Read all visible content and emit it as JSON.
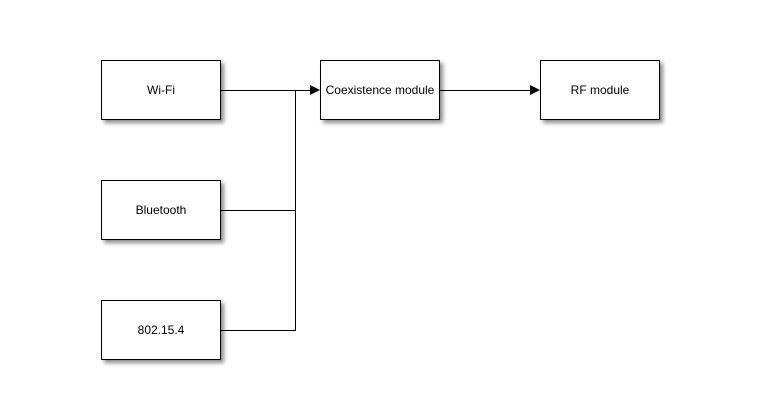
{
  "diagram": {
    "background_color": "#ffffff",
    "node_fill_color": "#ffffff",
    "node_border_color": "#000000",
    "line_color": "#000000",
    "text_color": "#000000",
    "nodes": [
      {
        "id": "wifi",
        "label": "Wi-Fi"
      },
      {
        "id": "bluetooth",
        "label": "Bluetooth"
      },
      {
        "id": "ieee802154",
        "label": "802.15.4"
      },
      {
        "id": "coexistence",
        "label": "Coexistence module"
      },
      {
        "id": "rf",
        "label": "RF module"
      }
    ],
    "edges": [
      {
        "from": "wifi",
        "to": "coexistence",
        "arrowhead": true
      },
      {
        "from": "bluetooth",
        "to": "coexistence",
        "arrowhead": true,
        "via": "shared trunk"
      },
      {
        "from": "ieee802154",
        "to": "coexistence",
        "arrowhead": true,
        "via": "shared trunk"
      },
      {
        "from": "coexistence",
        "to": "rf",
        "arrowhead": true
      }
    ]
  }
}
